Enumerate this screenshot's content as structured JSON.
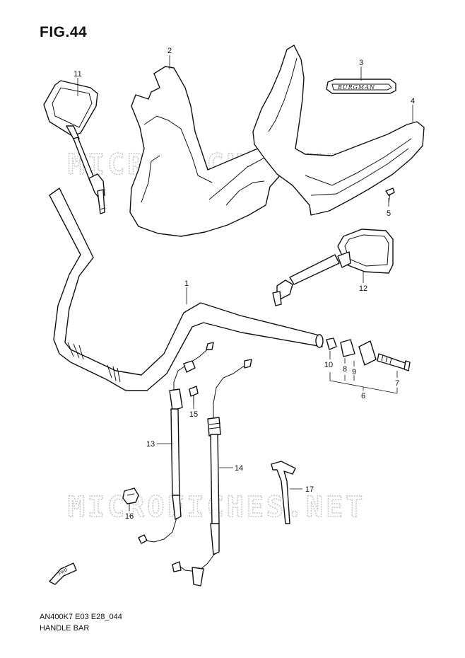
{
  "figure": {
    "title": "FIG.44",
    "model_code": "AN400K7 E03 E28_044",
    "name": "HANDLE BAR"
  },
  "watermark": {
    "text": "MICROFICHES.NET"
  },
  "badge": {
    "text": "BURGMAN"
  },
  "fwd_label": "FWD",
  "callouts": [
    {
      "id": "p1",
      "label": "1"
    },
    {
      "id": "p2",
      "label": "2"
    },
    {
      "id": "p3",
      "label": "3"
    },
    {
      "id": "p4",
      "label": "4"
    },
    {
      "id": "p5",
      "label": "5"
    },
    {
      "id": "p6",
      "label": "6"
    },
    {
      "id": "p7",
      "label": "7"
    },
    {
      "id": "p8",
      "label": "8"
    },
    {
      "id": "p9",
      "label": "9"
    },
    {
      "id": "p10",
      "label": "10"
    },
    {
      "id": "p11",
      "label": "11"
    },
    {
      "id": "p12",
      "label": "12"
    },
    {
      "id": "p13",
      "label": "13"
    },
    {
      "id": "p14",
      "label": "14"
    },
    {
      "id": "p15",
      "label": "15"
    },
    {
      "id": "p16",
      "label": "16"
    },
    {
      "id": "p17",
      "label": "17"
    }
  ],
  "colors": {
    "line": "#111111",
    "watermark": "#c8c8c8",
    "background": "#ffffff"
  }
}
